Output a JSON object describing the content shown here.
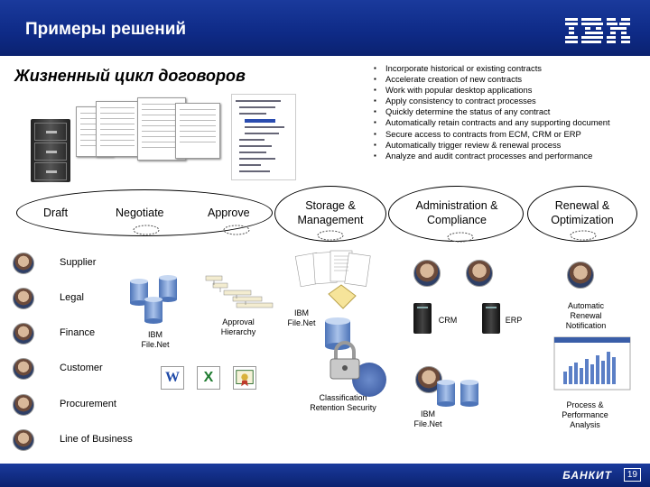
{
  "header": {
    "title": "Примеры решений",
    "logo": "IBM"
  },
  "subtitle": "Жизненный цикл договоров",
  "bullets": [
    "Incorporate historical or existing contracts",
    "Accelerate creation of new contracts",
    "Work with popular desktop applications",
    "Apply consistency to contract processes",
    "Quickly determine the status of any contract",
    "Automatically retain contracts and any supporting document",
    "Secure access to contracts from ECM, CRM or ERP",
    "Automatically trigger review & renewal process",
    "Analyze and audit contract processes and performance"
  ],
  "stages": {
    "draft": "Draft",
    "negotiate": "Negotiate",
    "approve": "Approve",
    "storage": "Storage & Management",
    "admin": "Administration & Compliance",
    "renewal": "Renewal & Optimization"
  },
  "roles": [
    "Supplier",
    "Legal",
    "Finance",
    "Customer",
    "Procurement",
    "Line of Business"
  ],
  "labels": {
    "ibm_filenet_1": "IBM File.Net",
    "approval_hierarchy": "Approval Hierarchy",
    "ibm_filenet_2": "IBM File.Net",
    "classification": "Classification Retention Security",
    "crm": "CRM",
    "erp": "ERP",
    "ibm_filenet_3": "IBM File.Net",
    "auto_renewal": "Automatic Renewal Notification",
    "process_perf": "Process & Performance Analysis"
  },
  "footer": {
    "brand": "БАНКИТ",
    "page": "19"
  },
  "colors": {
    "header_bg": "#0e2a86",
    "server_blue": "#6e9ad4"
  },
  "icons": [
    "word-icon",
    "excel-icon",
    "certificate-icon",
    "padlock-icon",
    "folder-icon",
    "server-icon",
    "database-icon"
  ]
}
